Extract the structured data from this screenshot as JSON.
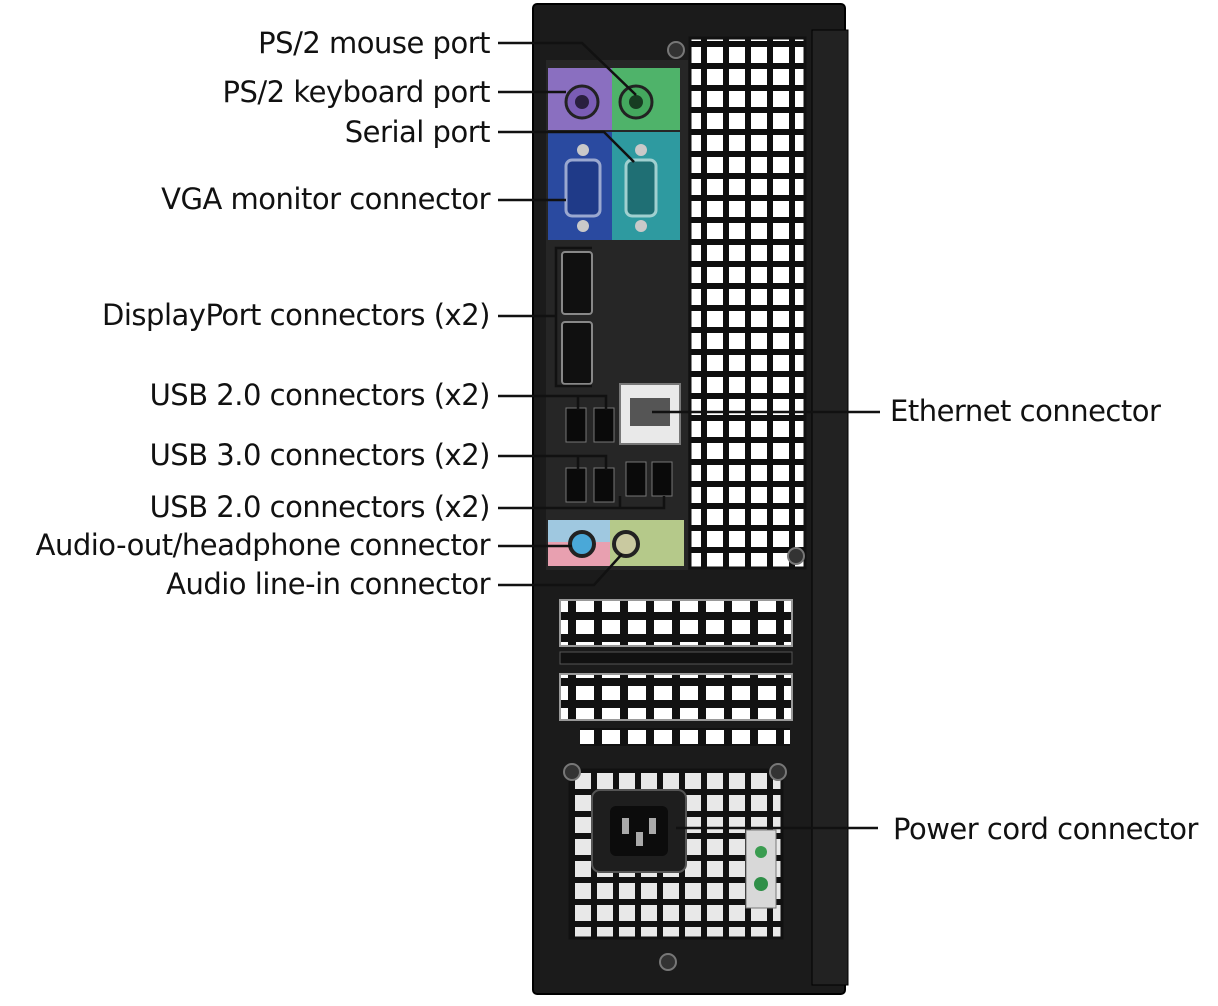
{
  "callouts_left": [
    {
      "id": "ps2-mouse",
      "text": "PS/2 mouse port"
    },
    {
      "id": "ps2-keyboard",
      "text": "PS/2 keyboard port"
    },
    {
      "id": "serial",
      "text": "Serial port"
    },
    {
      "id": "vga",
      "text": "VGA monitor connector"
    },
    {
      "id": "displayport",
      "text": "DisplayPort connectors (x2)"
    },
    {
      "id": "usb20-top",
      "text": "USB 2.0 connectors (x2)"
    },
    {
      "id": "usb30",
      "text": "USB 3.0 connectors (x2)"
    },
    {
      "id": "usb20-bottom",
      "text": "USB 2.0 connectors (x2)"
    },
    {
      "id": "audio-out",
      "text": "Audio-out/headphone connector"
    },
    {
      "id": "audio-in",
      "text": "Audio line-in connector"
    }
  ],
  "callouts_right": [
    {
      "id": "ethernet",
      "text": "Ethernet connector"
    },
    {
      "id": "power",
      "text": "Power cord connector"
    }
  ],
  "colors": {
    "chassis": "#1a1a1a",
    "ps2_keyboard": "#8a6fc0",
    "ps2_mouse": "#4fb36a",
    "vga_blue": "#2a4aa0",
    "serial_teal": "#2e9aa0",
    "audio_out_blue": "#4aa8d8",
    "audio_in_green": "#b5c98a",
    "audio_pink": "#e8a0b0"
  }
}
